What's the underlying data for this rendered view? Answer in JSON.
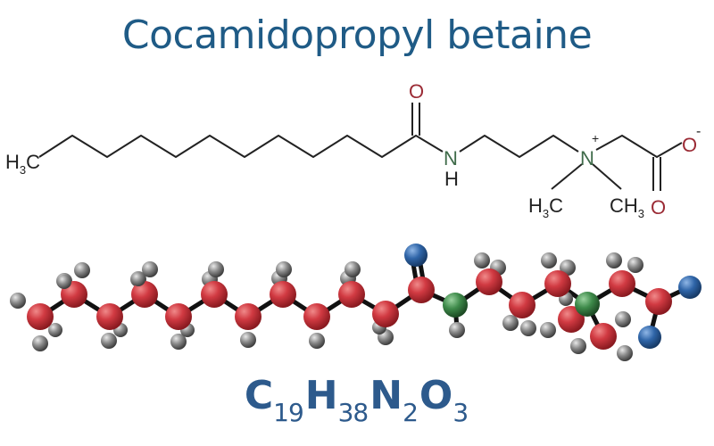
{
  "title": "Cocamidopropyl betaine",
  "skeletal_formula": {
    "left_terminal_label": "H3C",
    "amide_oxygen": "O",
    "amide_nitrogen": "N",
    "amide_hydrogen": "H",
    "quaternary_nitrogen": "N",
    "positive_charge": "+",
    "carboxylate_oxygen_single": "O",
    "negative_charge": "-",
    "carboxylate_oxygen_double": "O",
    "methyl_left": "H3C",
    "methyl_right": "CH3"
  },
  "molecular_formula": {
    "elements": [
      {
        "symbol": "C",
        "count": "19"
      },
      {
        "symbol": "H",
        "count": "38"
      },
      {
        "symbol": "N",
        "count": "2"
      },
      {
        "symbol": "O",
        "count": "3"
      }
    ]
  },
  "colors": {
    "title": "#1f5b86",
    "oxygen_label": "#9b2b35",
    "nitrogen_label": "#3f6b4a",
    "bond": "#222222",
    "carbon_ball": "#c8323c",
    "hydrogen_ball": "#808080",
    "nitrogen_ball": "#3a7a45",
    "oxygen_ball": "#2f5f96",
    "formula": "#2d5a8c"
  }
}
